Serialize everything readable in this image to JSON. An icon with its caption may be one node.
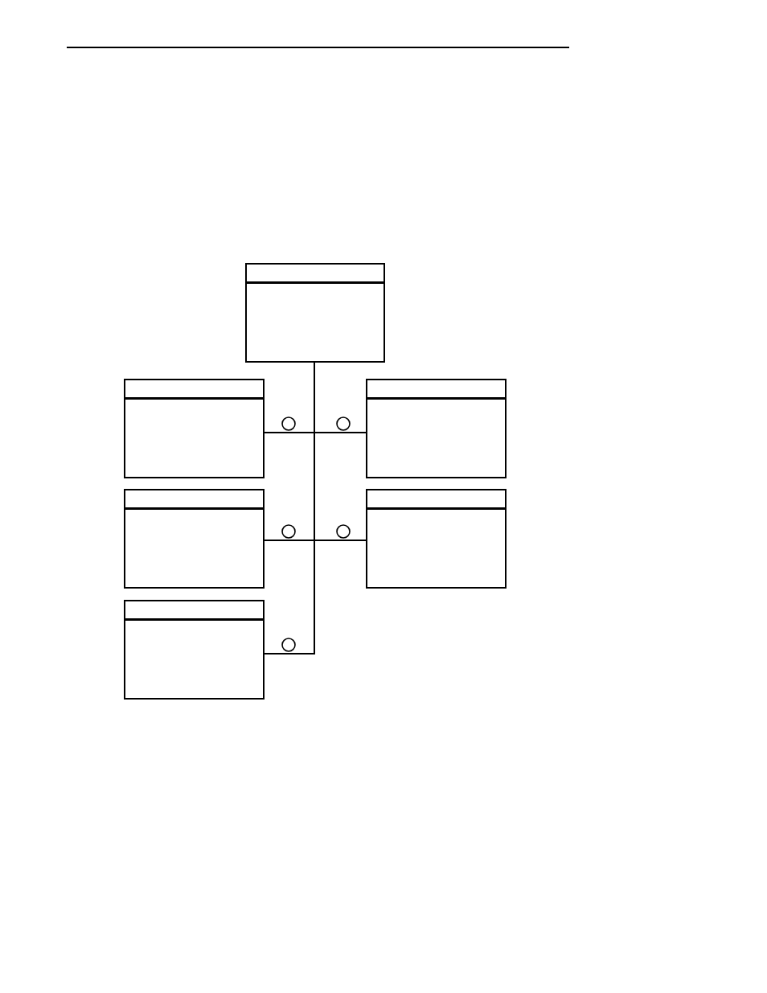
{
  "diagram": {
    "nodes": [
      {
        "text": [],
        "shape": "box"
      },
      {
        "text": [],
        "shape": "box"
      },
      {
        "text": [],
        "shape": "box"
      },
      {
        "text": [],
        "shape": "box"
      },
      {
        "text": [],
        "shape": "box"
      },
      {
        "text": [],
        "shape": "box"
      }
    ],
    "edges": [
      {
        "from": 0,
        "to": 1,
        "arrow": "other"
      },
      {
        "from": 0,
        "to": 2,
        "arrow": "other"
      },
      {
        "from": 0,
        "to": 3,
        "arrow": "other"
      },
      {
        "from": 0,
        "to": 4,
        "arrow": "other"
      },
      {
        "from": 0,
        "to": 5,
        "arrow": "other"
      }
    ]
  }
}
